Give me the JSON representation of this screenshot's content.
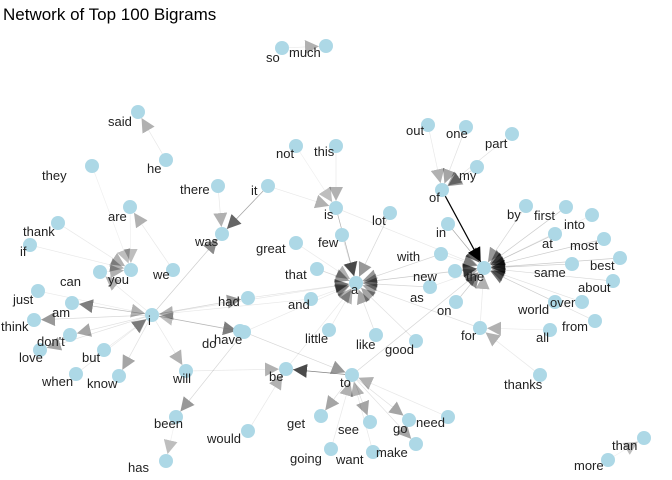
{
  "title": "Network of Top 100 Bigrams",
  "colors": {
    "node": "#add8e6",
    "edge": "#000000",
    "text": "#222222"
  },
  "nodes": [
    {
      "id": "so",
      "label": "so"
    },
    {
      "id": "much",
      "label": "much"
    },
    {
      "id": "said",
      "label": "said"
    },
    {
      "id": "he",
      "label": "he"
    },
    {
      "id": "they",
      "label": "they"
    },
    {
      "id": "are",
      "label": "are"
    },
    {
      "id": "there",
      "label": "there"
    },
    {
      "id": "it",
      "label": "it"
    },
    {
      "id": "not",
      "label": "not"
    },
    {
      "id": "this",
      "label": "this"
    },
    {
      "id": "is",
      "label": "is"
    },
    {
      "id": "was",
      "label": "was"
    },
    {
      "id": "great",
      "label": "great"
    },
    {
      "id": "few",
      "label": "few"
    },
    {
      "id": "out",
      "label": "out"
    },
    {
      "id": "one",
      "label": "one"
    },
    {
      "id": "part",
      "label": "part"
    },
    {
      "id": "my",
      "label": "my"
    },
    {
      "id": "of",
      "label": "of"
    },
    {
      "id": "lot",
      "label": "lot"
    },
    {
      "id": "in",
      "label": "in"
    },
    {
      "id": "by",
      "label": "by"
    },
    {
      "id": "first",
      "label": "first"
    },
    {
      "id": "into",
      "label": "into"
    },
    {
      "id": "at",
      "label": "at"
    },
    {
      "id": "most",
      "label": "most"
    },
    {
      "id": "best",
      "label": "best"
    },
    {
      "id": "same",
      "label": "same"
    },
    {
      "id": "about",
      "label": "about"
    },
    {
      "id": "the",
      "label": "the"
    },
    {
      "id": "with",
      "label": "with"
    },
    {
      "id": "new",
      "label": "new"
    },
    {
      "id": "a",
      "label": "a"
    },
    {
      "id": "that",
      "label": "that"
    },
    {
      "id": "and",
      "label": "and"
    },
    {
      "id": "had",
      "label": "had"
    },
    {
      "id": "thank",
      "label": "thank"
    },
    {
      "id": "if",
      "label": "if"
    },
    {
      "id": "can",
      "label": "can"
    },
    {
      "id": "you",
      "label": "you"
    },
    {
      "id": "we",
      "label": "we"
    },
    {
      "id": "just",
      "label": "just"
    },
    {
      "id": "am",
      "label": "am"
    },
    {
      "id": "think",
      "label": "think"
    },
    {
      "id": "i",
      "label": "i"
    },
    {
      "id": "dont",
      "label": "don't"
    },
    {
      "id": "love",
      "label": "love"
    },
    {
      "id": "but",
      "label": "but"
    },
    {
      "id": "when",
      "label": "when"
    },
    {
      "id": "know",
      "label": "know"
    },
    {
      "id": "do",
      "label": "do"
    },
    {
      "id": "have",
      "label": "have"
    },
    {
      "id": "will",
      "label": "will"
    },
    {
      "id": "little",
      "label": "little"
    },
    {
      "id": "like",
      "label": "like"
    },
    {
      "id": "good",
      "label": "good"
    },
    {
      "id": "as",
      "label": "as"
    },
    {
      "id": "on",
      "label": "on"
    },
    {
      "id": "for",
      "label": "for"
    },
    {
      "id": "world",
      "label": "world"
    },
    {
      "id": "over",
      "label": "over"
    },
    {
      "id": "from",
      "label": "from"
    },
    {
      "id": "all",
      "label": "all"
    },
    {
      "id": "be",
      "label": "be"
    },
    {
      "id": "to",
      "label": "to"
    },
    {
      "id": "been",
      "label": "been"
    },
    {
      "id": "has",
      "label": "has"
    },
    {
      "id": "would",
      "label": "would"
    },
    {
      "id": "get",
      "label": "get"
    },
    {
      "id": "going",
      "label": "going"
    },
    {
      "id": "see",
      "label": "see"
    },
    {
      "id": "want",
      "label": "want"
    },
    {
      "id": "go",
      "label": "go"
    },
    {
      "id": "need",
      "label": "need"
    },
    {
      "id": "make",
      "label": "make"
    },
    {
      "id": "thanks",
      "label": "thanks"
    },
    {
      "id": "than",
      "label": "than"
    },
    {
      "id": "more",
      "label": "more"
    }
  ],
  "edges": [
    [
      "so",
      "much",
      0.3
    ],
    [
      "he",
      "said",
      0.3
    ],
    [
      "they",
      "you",
      0.25
    ],
    [
      "there",
      "was",
      0.3
    ],
    [
      "it",
      "was",
      0.6
    ],
    [
      "it",
      "is",
      0.3
    ],
    [
      "not",
      "is",
      0.25
    ],
    [
      "this",
      "is",
      0.3
    ],
    [
      "is",
      "a",
      0.55
    ],
    [
      "is",
      "the",
      0.3
    ],
    [
      "great",
      "a",
      0.3
    ],
    [
      "few",
      "a",
      0.35
    ],
    [
      "out",
      "of",
      0.3
    ],
    [
      "one",
      "of",
      0.35
    ],
    [
      "part",
      "of",
      0.35
    ],
    [
      "my",
      "of",
      0.4
    ],
    [
      "of",
      "the",
      1.0
    ],
    [
      "lot",
      "a",
      0.4
    ],
    [
      "in",
      "the",
      0.6
    ],
    [
      "by",
      "the",
      0.4
    ],
    [
      "first",
      "the",
      0.45
    ],
    [
      "into",
      "the",
      0.3
    ],
    [
      "at",
      "the",
      0.45
    ],
    [
      "most",
      "the",
      0.45
    ],
    [
      "best",
      "the",
      0.45
    ],
    [
      "same",
      "the",
      0.45
    ],
    [
      "about",
      "the",
      0.4
    ],
    [
      "over",
      "the",
      0.35
    ],
    [
      "from",
      "the",
      0.35
    ],
    [
      "with",
      "a",
      0.4
    ],
    [
      "new",
      "a",
      0.35
    ],
    [
      "that",
      "a",
      0.4
    ],
    [
      "and",
      "a",
      0.3
    ],
    [
      "had",
      "a",
      0.35
    ],
    [
      "for",
      "a",
      0.35
    ],
    [
      "as",
      "a",
      0.4
    ],
    [
      "little",
      "a",
      0.3
    ],
    [
      "like",
      "a",
      0.35
    ],
    [
      "good",
      "a",
      0.35
    ],
    [
      "on",
      "the",
      0.45
    ],
    [
      "world",
      "the",
      0.3
    ],
    [
      "for",
      "the",
      0.3
    ],
    [
      "as",
      "the",
      0.3
    ],
    [
      "with",
      "the",
      0.3
    ],
    [
      "new",
      "the",
      0.3
    ],
    [
      "all",
      "for",
      0.3
    ],
    [
      "thanks",
      "for",
      0.3
    ],
    [
      "thank",
      "you",
      0.3
    ],
    [
      "if",
      "you",
      0.3
    ],
    [
      "can",
      "you",
      0.3
    ],
    [
      "we",
      "are",
      0.3
    ],
    [
      "are",
      "you",
      0.25
    ],
    [
      "i",
      "am",
      0.5
    ],
    [
      "i",
      "was",
      0.45
    ],
    [
      "i",
      "have",
      0.5
    ],
    [
      "i",
      "had",
      0.4
    ],
    [
      "i",
      "think",
      0.4
    ],
    [
      "i",
      "dont",
      0.35
    ],
    [
      "i",
      "love",
      0.35
    ],
    [
      "i",
      "know",
      0.35
    ],
    [
      "just",
      "i",
      0.3
    ],
    [
      "but",
      "i",
      0.3
    ],
    [
      "when",
      "i",
      0.3
    ],
    [
      "i",
      "can",
      0.3
    ],
    [
      "do",
      "i",
      0.25
    ],
    [
      "i",
      "will",
      0.3
    ],
    [
      "i",
      "a",
      0.3
    ],
    [
      "have",
      "a",
      0.3
    ],
    [
      "have",
      "to",
      0.4
    ],
    [
      "have",
      "been",
      0.4
    ],
    [
      "will",
      "be",
      0.3
    ],
    [
      "to",
      "be",
      0.7
    ],
    [
      "would",
      "be",
      0.3
    ],
    [
      "be",
      "a",
      0.3
    ],
    [
      "been",
      "has",
      0.25
    ],
    [
      "to",
      "get",
      0.35
    ],
    [
      "going",
      "to",
      0.3
    ],
    [
      "to",
      "see",
      0.35
    ],
    [
      "want",
      "to",
      0.3
    ],
    [
      "to",
      "go",
      0.35
    ],
    [
      "need",
      "to",
      0.3
    ],
    [
      "to",
      "make",
      0.35
    ],
    [
      "to",
      "the",
      0.4
    ],
    [
      "more",
      "than",
      0.25
    ],
    [
      "and",
      "i",
      0.3
    ],
    [
      "a",
      "the",
      0.35
    ],
    [
      "new",
      "the",
      0.3
    ]
  ]
}
